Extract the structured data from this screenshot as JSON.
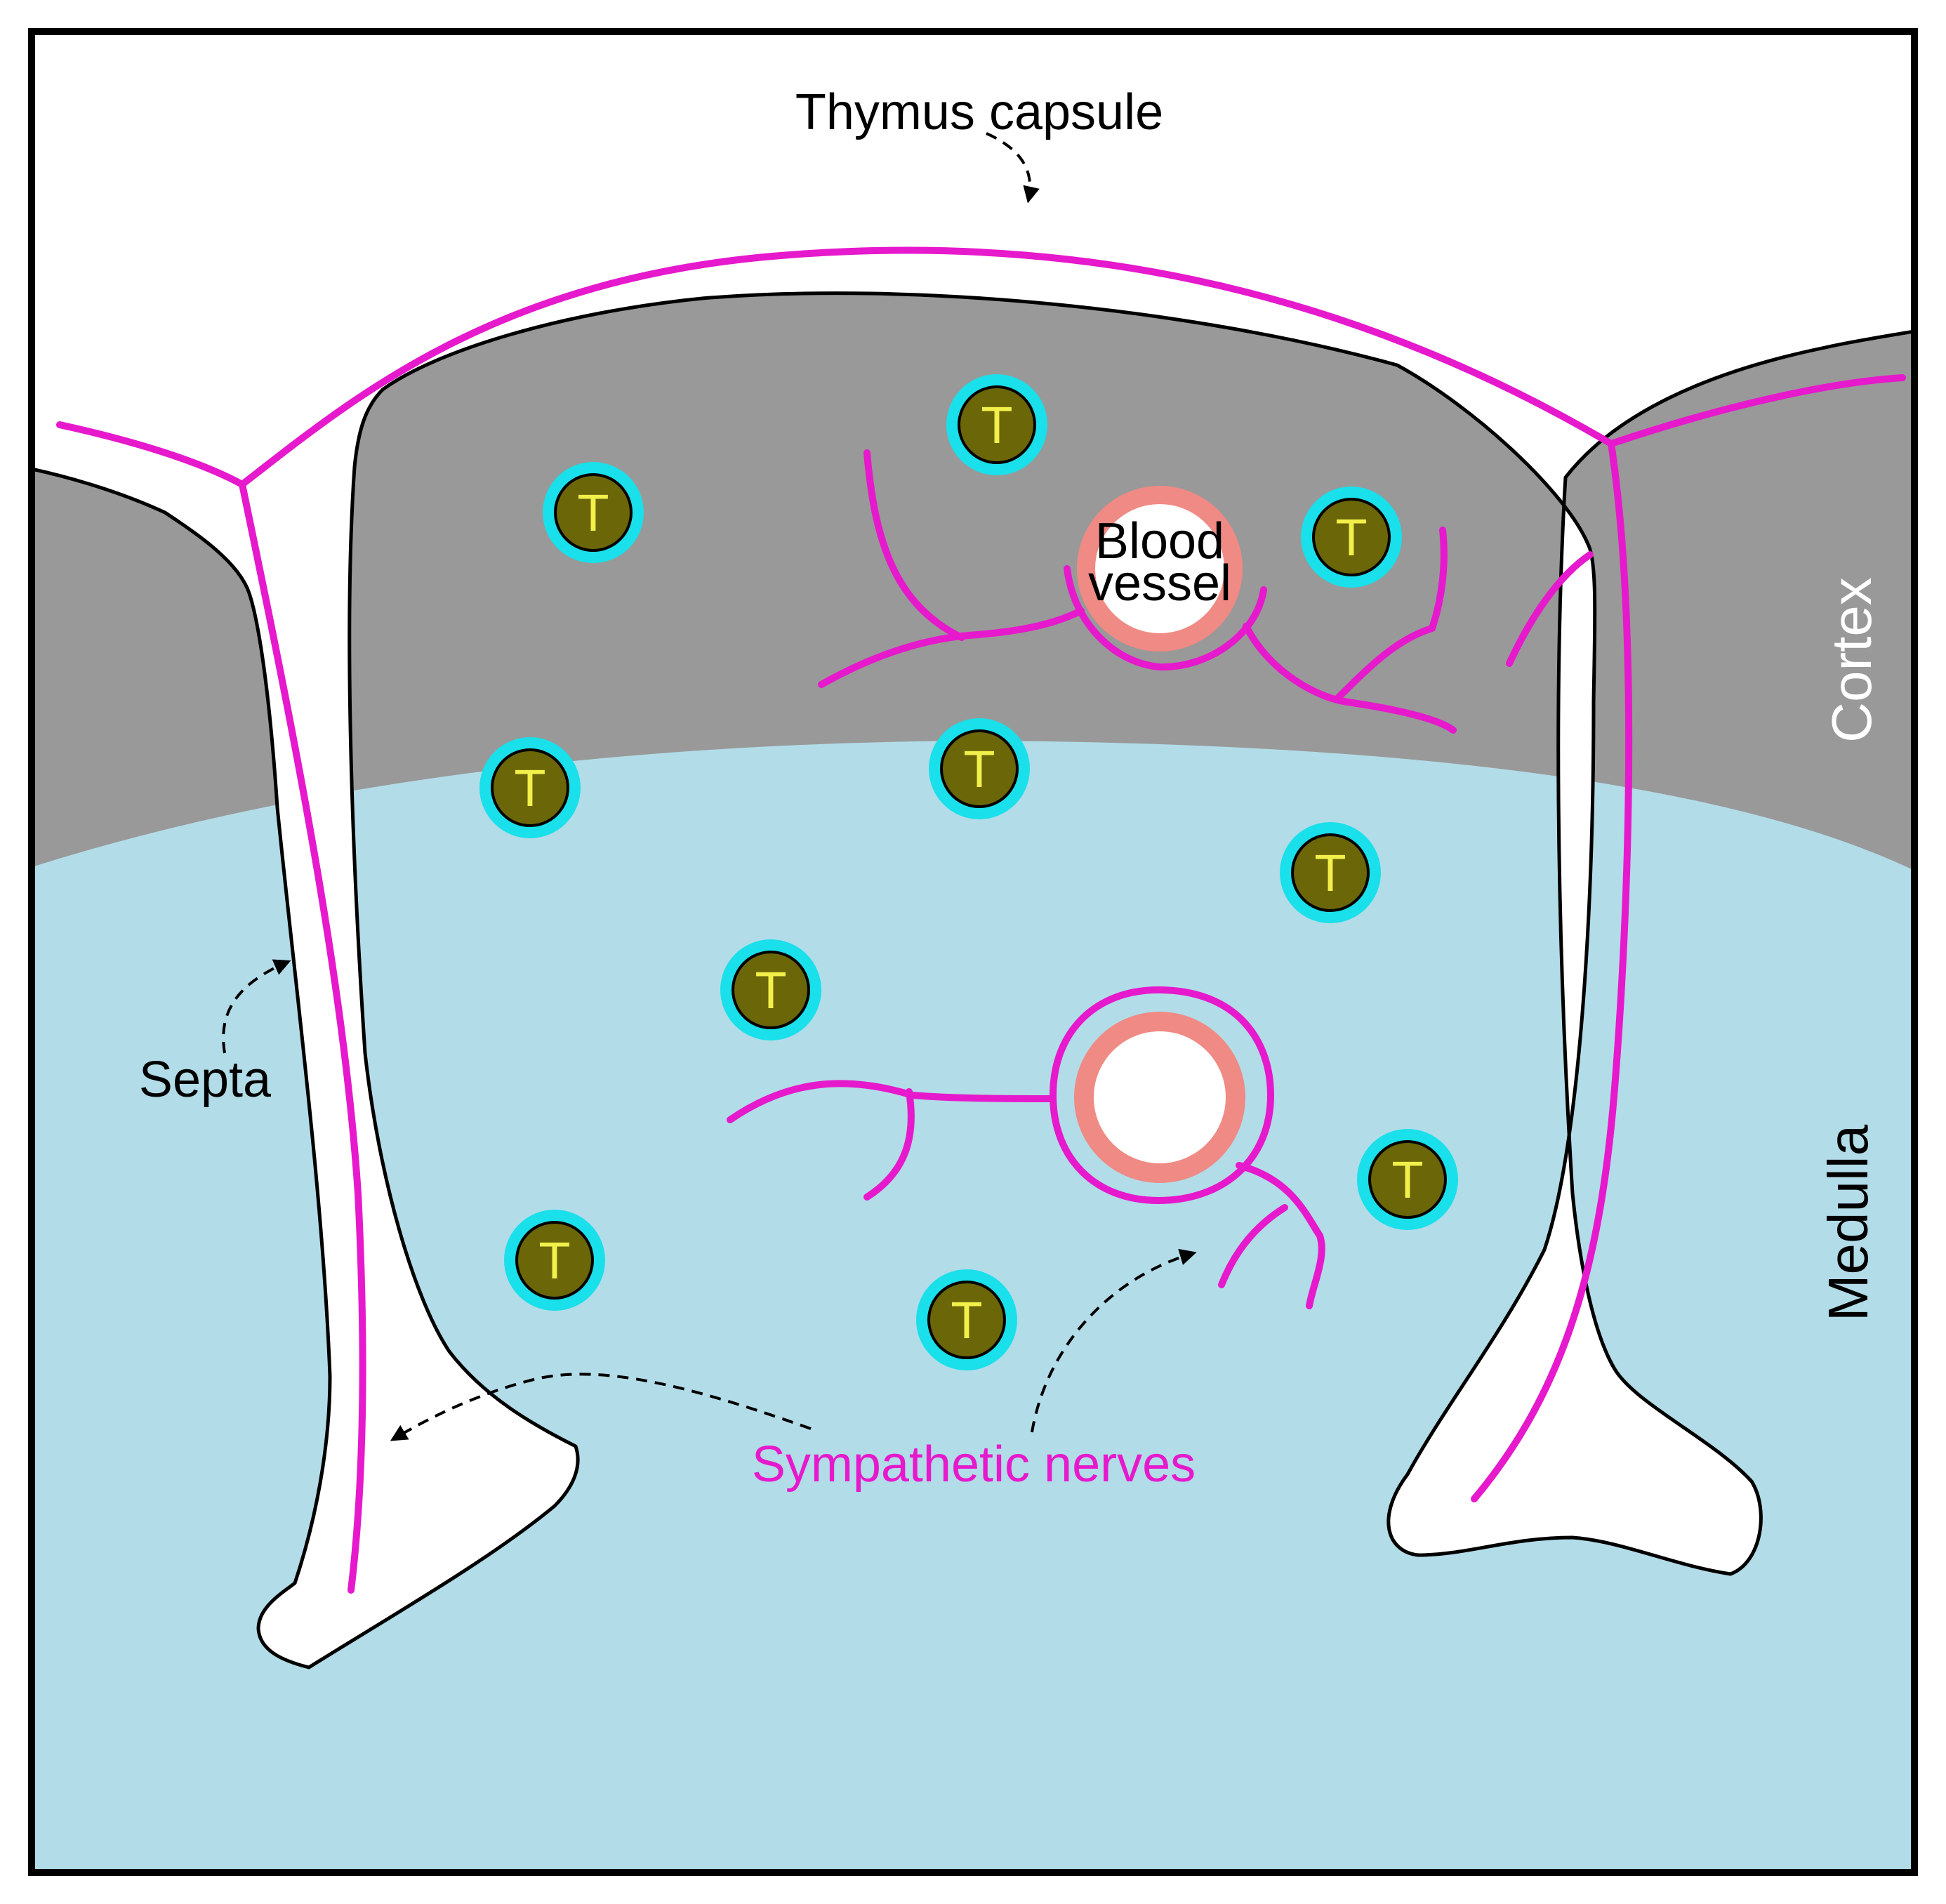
{
  "labels": {
    "thymus_capsule": "Thymus capsule",
    "blood_vessel_line1": "Blood",
    "blood_vessel_line2": "vessel",
    "cortex": "Cortex",
    "medulla": "Medulla",
    "septa": "Septa",
    "sympathetic_nerves": "Sympathetic nerves",
    "t_cell": "T"
  },
  "colors": {
    "cortex": "#999999",
    "medulla": "#b2dce8",
    "capsule": "#ffffff",
    "nerve": "#e619cc",
    "vessel_ring": "#f08a84",
    "t_cell_body": "#6b6608",
    "t_cell_halo": "#19e0ea",
    "t_cell_letter": "#f2f04a",
    "cortex_label": "#ffffff",
    "outline": "#000000"
  }
}
